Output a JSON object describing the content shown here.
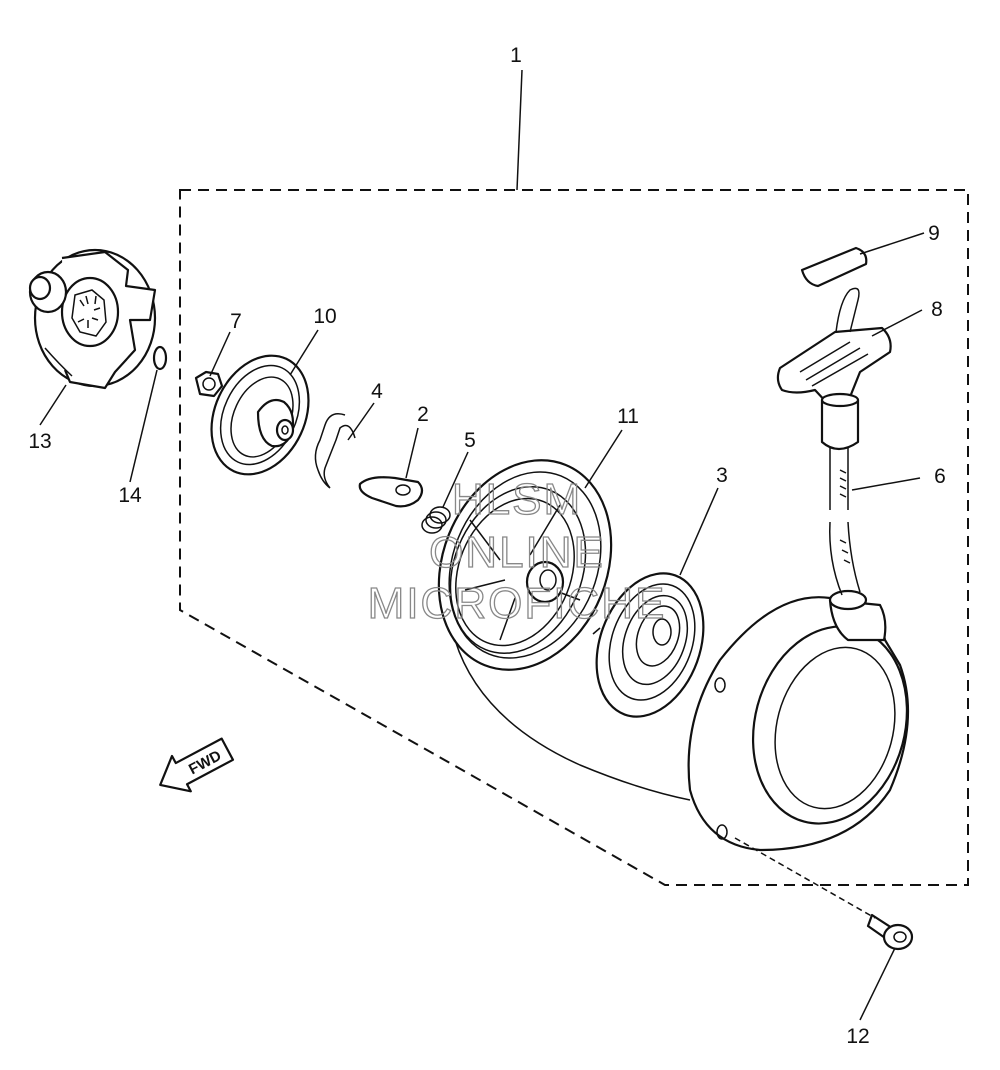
{
  "labels": {
    "l1": "1",
    "l2": "2",
    "l3": "3",
    "l4": "4",
    "l5": "5",
    "l6": "6",
    "l7": "7",
    "l8": "8",
    "l9": "9",
    "l10": "10",
    "l11": "11",
    "l12": "12",
    "l13": "13",
    "l14": "14"
  },
  "fwd_label": "FWD",
  "watermark": {
    "line1": "HLSM",
    "line2": "ONLINE",
    "line3": "MICROFICHE"
  }
}
